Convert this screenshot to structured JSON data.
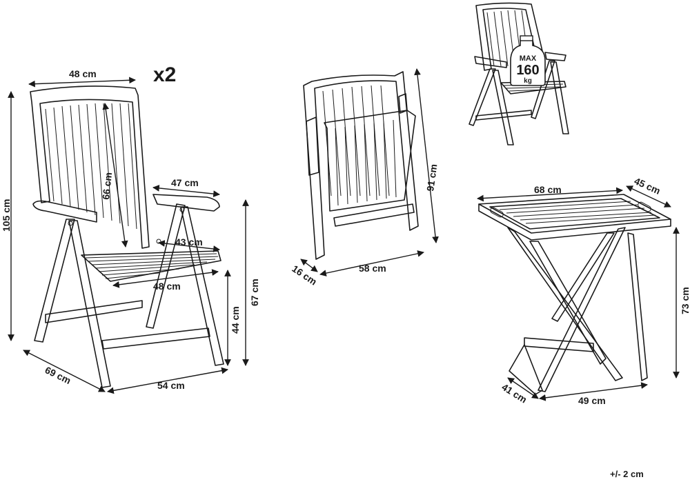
{
  "quantity": "x2",
  "tolerance": "+/- 2 cm",
  "chair": {
    "back_width": "48 cm",
    "total_height": "105 cm",
    "back_height": "66 cm",
    "armrest_length": "47 cm",
    "seat_depth": "43 cm",
    "seat_width": "48 cm",
    "seat_height": "44 cm",
    "arm_height": "67 cm",
    "base_depth": "69 cm",
    "base_width": "54 cm"
  },
  "folded_chair": {
    "height": "91 cm",
    "thickness": "16 cm",
    "width": "58 cm"
  },
  "load_badge": {
    "line1": "MAX",
    "line2": "160",
    "line3": "kg"
  },
  "table": {
    "tray_length": "68 cm",
    "tray_width": "45 cm",
    "height": "73 cm",
    "base_depth": "41 cm",
    "base_width": "49 cm"
  }
}
